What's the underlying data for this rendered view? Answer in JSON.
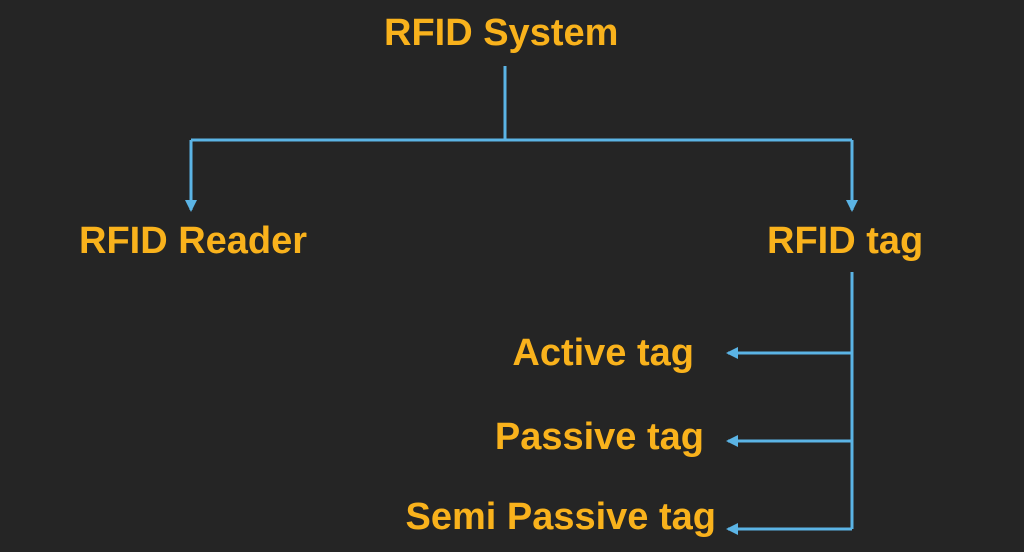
{
  "diagram": {
    "root": "RFID System",
    "children": {
      "reader": "RFID Reader",
      "tag": "RFID tag"
    },
    "tag_types": {
      "active": "Active tag",
      "passive": "Passive tag",
      "semi_passive": "Semi Passive tag"
    }
  },
  "colors": {
    "background": "#252525",
    "text": "#F9B21C",
    "connector": "#5BB4E5"
  }
}
